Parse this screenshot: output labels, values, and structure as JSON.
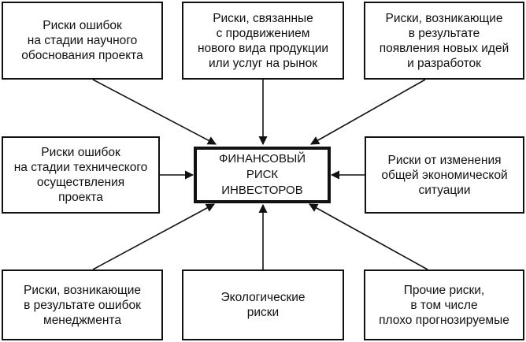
{
  "diagram": {
    "center": "ФИНАНСОВЫЙ РИСК\nИНВЕСТОРОВ",
    "boxes": {
      "top_left": "Риски ошибок\nна стадии научного\nобоснования проекта",
      "top_middle": "Риски, связанные\nс продвижением\nнового вида продукции\nили услуг на рынок",
      "top_right": "Риски, возникающие\nв результате\nпоявления новых идей\nи разработок",
      "middle_left": "Риски ошибок\nна стадии технического\nосуществления\nпроекта",
      "middle_right": "Риски от изменения\nобщей экономической\nситуации",
      "bottom_left": "Риски, возникающие\nв результате ошибок\nменеджмента",
      "bottom_middle": "Экологические\nриски",
      "bottom_right": "Прочие риски,\nв том числе\nплохо прогнозируемые"
    }
  }
}
